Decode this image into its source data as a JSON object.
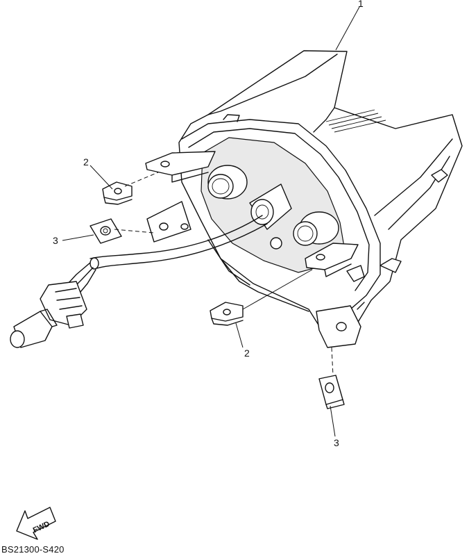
{
  "callouts": [
    {
      "id": "c1",
      "label": "1"
    },
    {
      "id": "c2a",
      "label": "2"
    },
    {
      "id": "c3a",
      "label": "3"
    },
    {
      "id": "c2b",
      "label": "2"
    },
    {
      "id": "c3b",
      "label": "3"
    }
  ],
  "fwd_label": "FWD",
  "diagram_code": "BS21300-S420"
}
